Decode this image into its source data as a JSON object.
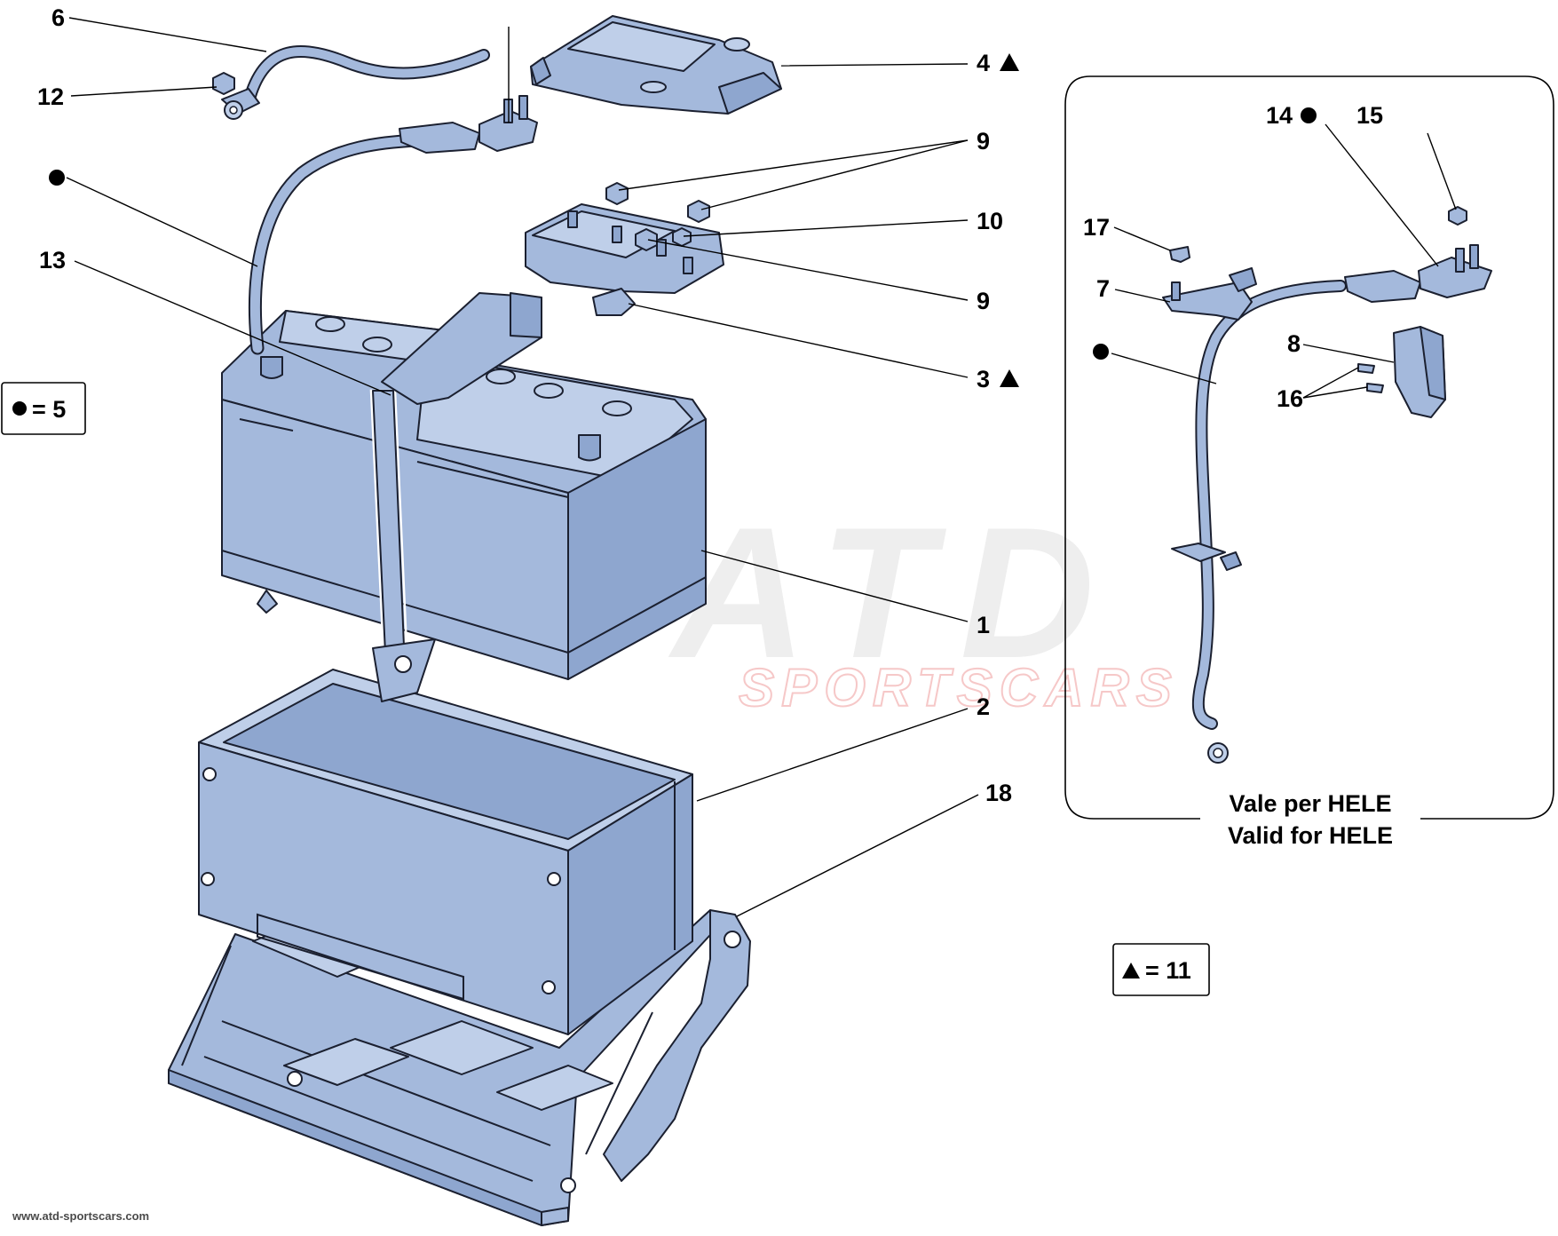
{
  "callouts": {
    "c1": "1",
    "c2": "2",
    "c3": "3",
    "c4": "4",
    "c6": "6",
    "c9a": "9",
    "c9b": "9",
    "c10": "10",
    "c12": "12",
    "c13": "13",
    "c18": "18",
    "c7": "7",
    "c8": "8",
    "c14": "14",
    "c15": "15",
    "c16": "16",
    "c17": "17"
  },
  "legend": {
    "dot_value": "= 5",
    "triangle_value": "= 11"
  },
  "inset": {
    "line1": "Vale per HELE",
    "line2": "Valid for HELE"
  },
  "watermark": {
    "logo_text": "ATD",
    "sub_text": "SPORTSCARS"
  },
  "footer": {
    "url": "www.atd-sportscars.com"
  },
  "colors": {
    "part_fill": "#a4b9dc",
    "outline": "#1b2030",
    "watermark_grey": "#eeeeee",
    "watermark_red": "#f6c8c8"
  }
}
